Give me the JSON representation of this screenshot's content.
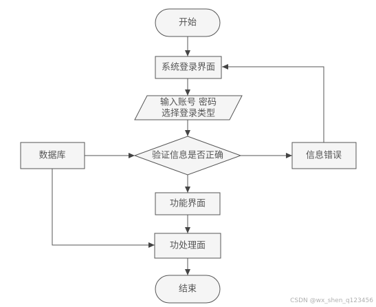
{
  "nodes": {
    "start": "开始",
    "login": "系统登录界面",
    "input_line1": "输入账号 密码",
    "input_line2": "选择登录类型",
    "validate": "验证信息是否正确",
    "database": "数据库",
    "error": "信息错误",
    "function_page": "功能界面",
    "process_page": "功处理面",
    "end": "结束"
  },
  "colors": {
    "stroke": "#555555",
    "fill": "#f5f5f5",
    "text": "#555555"
  },
  "watermark": "CSDN @wx_shen_q123456"
}
